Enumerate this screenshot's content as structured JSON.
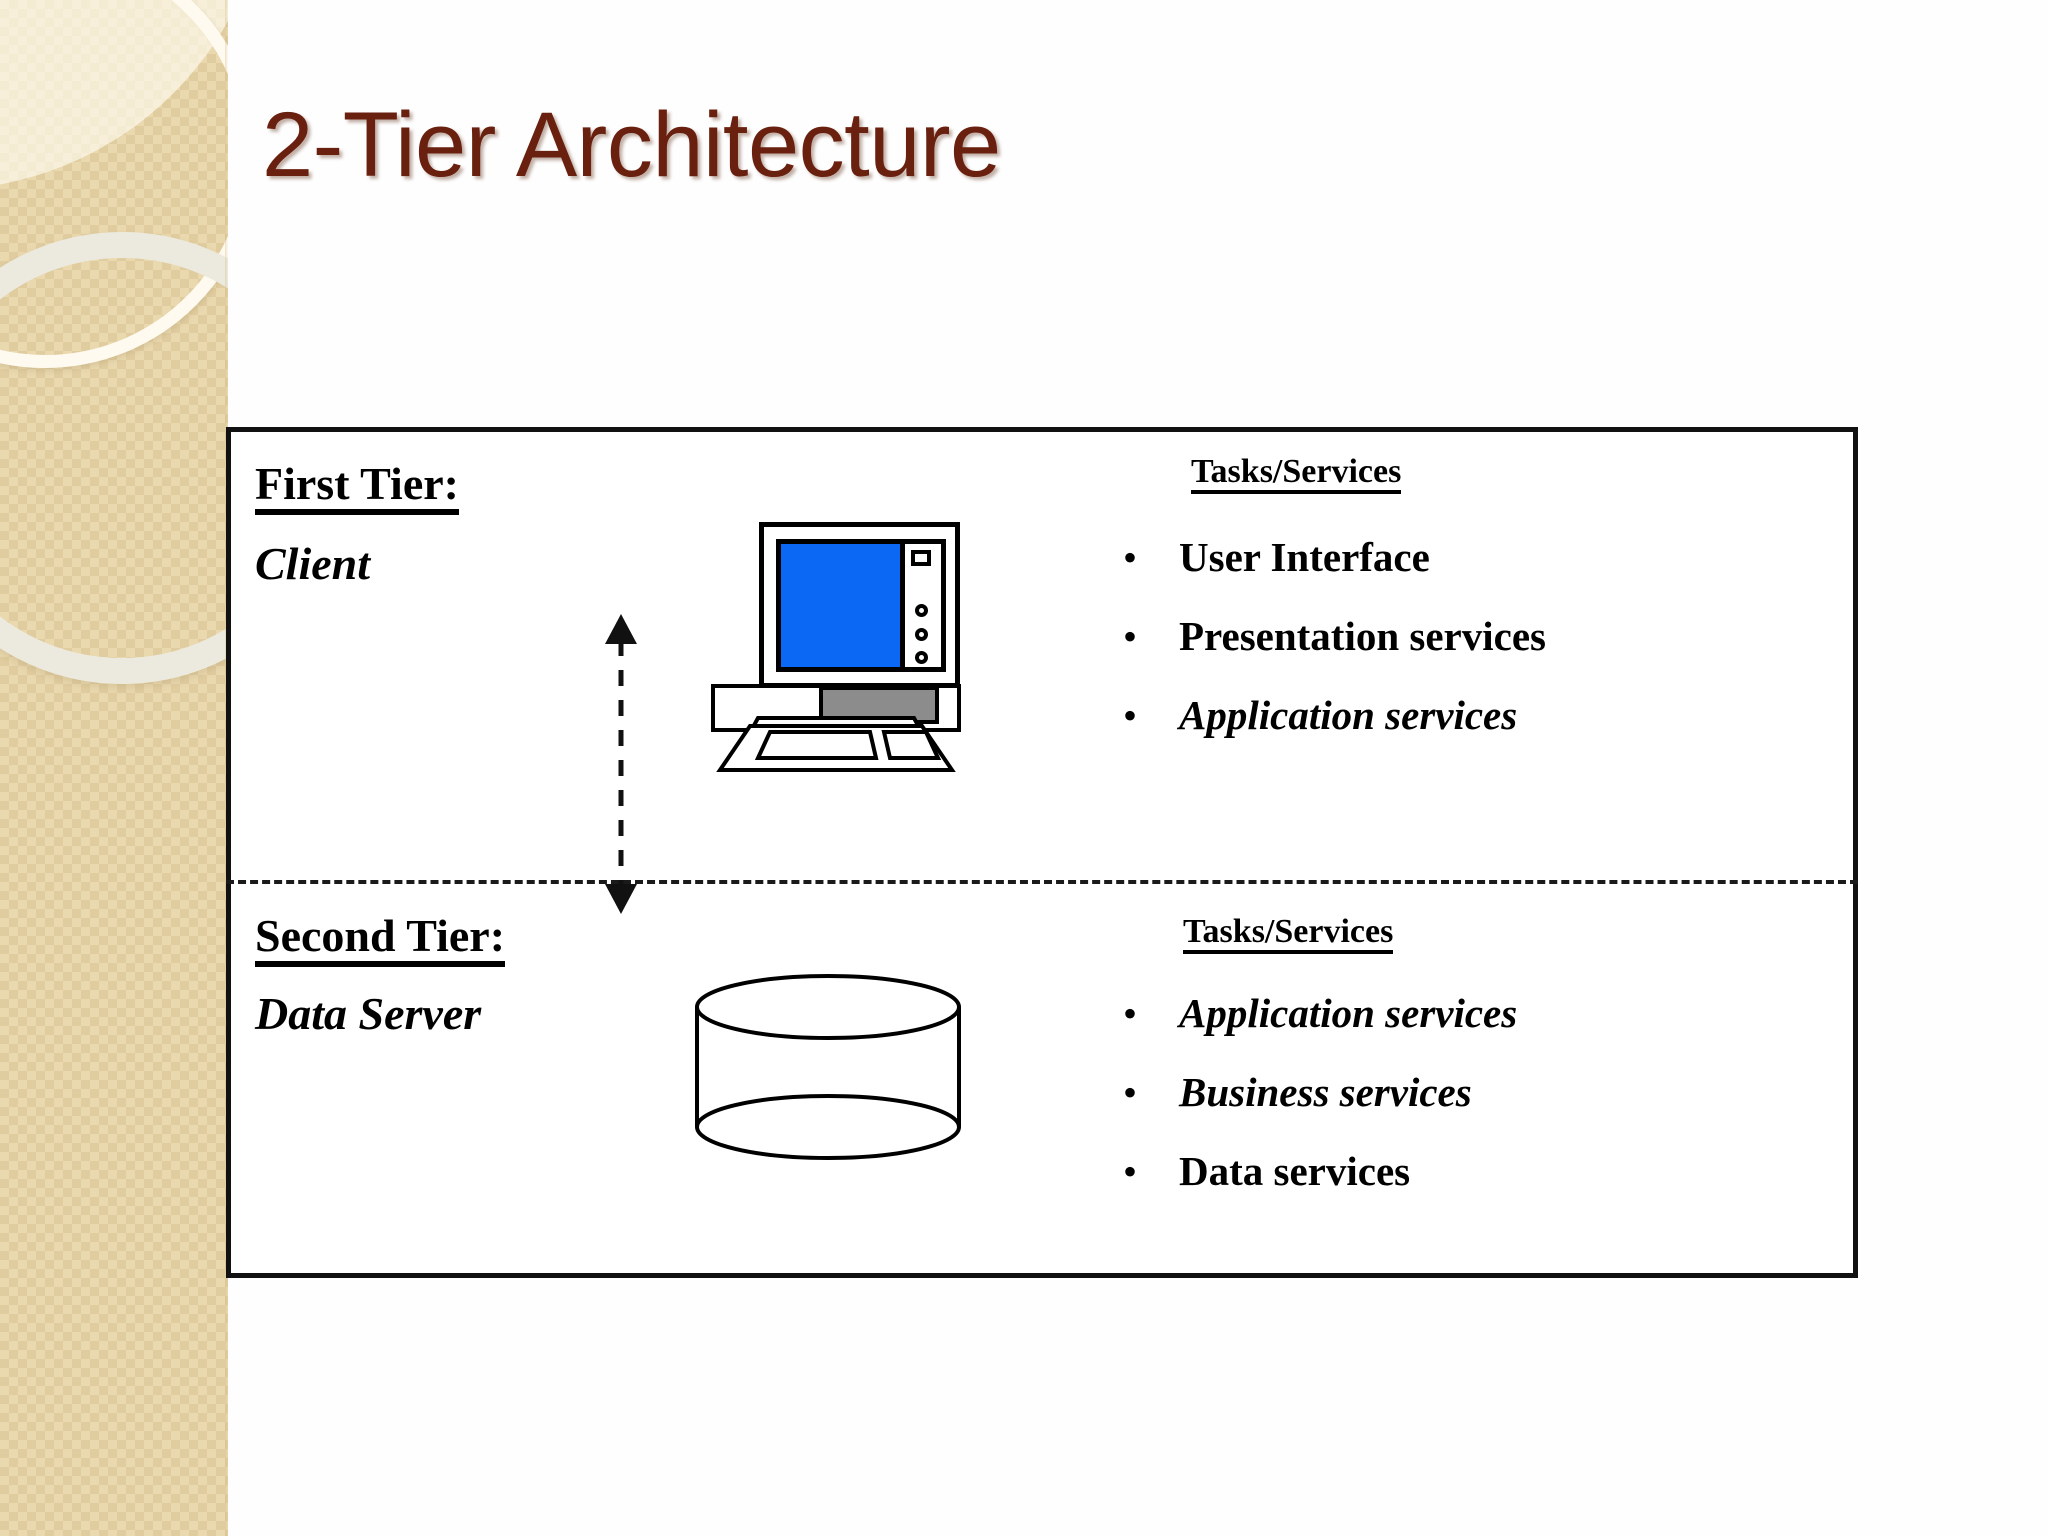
{
  "slide": {
    "title": "2-Tier Architecture",
    "title_color": "#69200f",
    "background_color": "#fefefe",
    "sidebar_color": "#ead8ae"
  },
  "diagram": {
    "border_color": "#111111",
    "divider_style": "dashed",
    "tiers": [
      {
        "heading": "First Tier:",
        "subtitle": "Client",
        "graphic": "desktop-computer",
        "graphic_screen_color": "#0b68f5",
        "tasks_title": "Tasks/Services",
        "tasks": [
          {
            "label": "User Interface",
            "italic": false
          },
          {
            "label": "Presentation services",
            "italic": false
          },
          {
            "label": "Application services",
            "italic": true
          }
        ]
      },
      {
        "heading": "Second Tier:",
        "subtitle": "Data Server",
        "graphic": "database-cylinder",
        "tasks_title": "Tasks/Services",
        "tasks": [
          {
            "label": "Application services",
            "italic": true
          },
          {
            "label": "Business services",
            "italic": true
          },
          {
            "label": "Data services",
            "italic": false
          }
        ]
      }
    ],
    "connector": {
      "name": "bidirectional-dashed-arrow",
      "direction": "both"
    },
    "bullet_glyph": "•"
  }
}
